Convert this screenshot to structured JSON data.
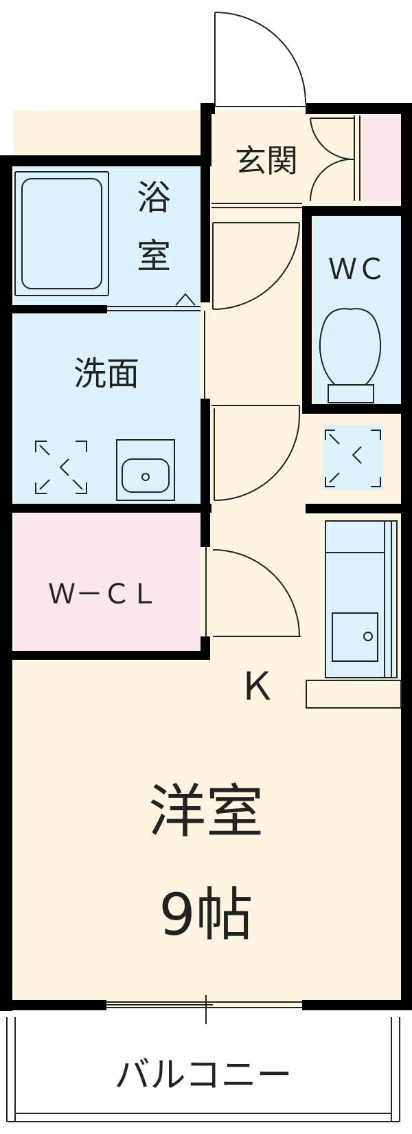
{
  "floorplan": {
    "rooms": {
      "entrance": "玄関",
      "bath": [
        "浴",
        "室"
      ],
      "toilet": "ＷＣ",
      "washroom": "洗面",
      "closet": "Ｗ－ＣＬ",
      "kitchen": "Ｋ",
      "western_room": "洋室",
      "western_room_size": "9帖",
      "balcony": "バルコニー"
    },
    "colors": {
      "wall": "#000000",
      "wet_area": "#ddf3fb",
      "living": "#fdf5e0",
      "closet": "#fbe5ee",
      "entrance_closet": "#fbe5ee",
      "fixture_line": "#333333"
    }
  }
}
